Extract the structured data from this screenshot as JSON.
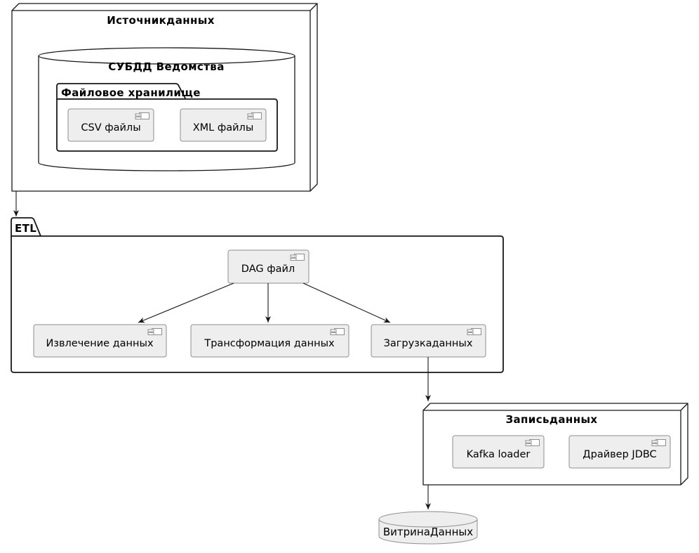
{
  "colors": {
    "background": "#ffffff",
    "shape_border": "#181818",
    "shape_fill": "#ffffff",
    "component_fill": "#eeeeee",
    "component_border": "#8f8f8f",
    "text": "#000000"
  },
  "source_node": {
    "title": "Источникданных"
  },
  "subdd_db": {
    "title": "СУБДД Ведомства"
  },
  "file_storage": {
    "title": "Файловое хранилище"
  },
  "etl_package": {
    "title": "ETL"
  },
  "write_node": {
    "title": "Записьданных"
  },
  "mart_db": {
    "title": "ВитринаДанных"
  },
  "components": {
    "csv": "CSV файлы",
    "xml": "XML файлы",
    "dag": "DAG файл",
    "extract": "Извлечение данных",
    "transform": "Трансформация данных",
    "load": "Загрузкаданных",
    "kafka": "Kafka loader",
    "jdbc": "Драйвер JDBC"
  },
  "edges": [
    {
      "from": "Источникданных",
      "to": "ETL"
    },
    {
      "from": "DAG файл",
      "to": "Извлечение данных"
    },
    {
      "from": "DAG файл",
      "to": "Трансформация данных"
    },
    {
      "from": "DAG файл",
      "to": "Загрузкаданных"
    },
    {
      "from": "Загрузкаданных",
      "to": "Записьданных"
    },
    {
      "from": "Записьданных",
      "to": "ВитринаДанных"
    }
  ]
}
